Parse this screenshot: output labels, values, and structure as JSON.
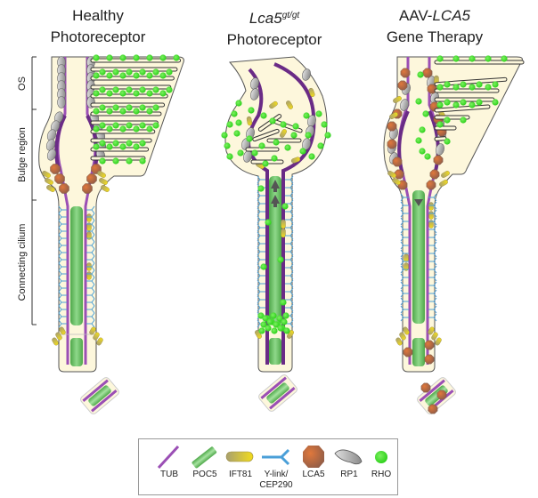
{
  "panels": [
    {
      "id": "healthy",
      "title_line1": "Healthy",
      "title_line2": "Photoreceptor"
    },
    {
      "id": "mutant",
      "title_line1_gene": "Lca5",
      "title_line1_sup": "gt/gt",
      "title_line2": "Photoreceptor"
    },
    {
      "id": "therapy",
      "title_line1_prefix": "AAV-",
      "title_line1_gene": "LCA5",
      "title_line2": "Gene Therapy"
    }
  ],
  "regions": {
    "os": "OS",
    "bulge": "Bulge region",
    "connecting": "Connecting cilium"
  },
  "legend": {
    "items": [
      {
        "icon": "tub-icon",
        "label": "TUB",
        "color": "#9b4fb5"
      },
      {
        "icon": "poc5-icon",
        "label": "POC5",
        "color": "#5fb55a"
      },
      {
        "icon": "ift81-icon",
        "label": "IFT81",
        "color": "#e6d02a"
      },
      {
        "icon": "ylink-icon",
        "label": "Y-link/",
        "label2": "CEP290",
        "color": "#4a9fd8"
      },
      {
        "icon": "lca5-icon",
        "label": "LCA5",
        "color": "#d9622b"
      },
      {
        "icon": "rp1-icon",
        "label": "RP1",
        "color": "#aaaaaa"
      },
      {
        "icon": "rho-icon",
        "label": "RHO",
        "color": "#33dd22"
      }
    ]
  },
  "colors": {
    "cell_fill": "#fdf7dc",
    "outline": "#555555",
    "tub": "#9b4fb5",
    "tub_dark": "#6a2b86",
    "poc5": "#5fb55a",
    "ift81": "#e6d02a",
    "ylink": "#4a9fd8",
    "lca5": "#c8683a",
    "rp1": "#b8b8b8",
    "rho": "#33dd22"
  }
}
